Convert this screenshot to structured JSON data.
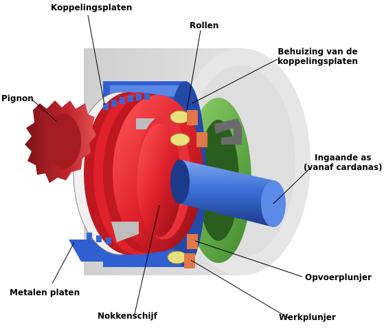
{
  "labels": {
    "koppelingsplaten": "Koppelingsplaten",
    "rollen": "Rollen",
    "behuizing_line1": "Behuizing van de",
    "behuizing_line2": "koppelingsplaten",
    "pignon": "Pignon",
    "ingaande_line1": "Ingaande as",
    "ingaande_line2": "(vanaf cardanas)",
    "opvoerplunjer": "Opvoerplunjer",
    "metalen_platen": "Metalen platen",
    "nokkenschijf": "Nokkenschijf",
    "werkplunjer": "Werkplunjer"
  },
  "colors": {
    "housing_grey": "#d9d9d9",
    "discs_red": "#e0202a",
    "blue_housing": "#2f5fd0",
    "green_ring": "#64b04a",
    "shaft_blue": "#3b6fd6",
    "pinion_red": "#b8242c",
    "roller_yellow": "#e8e07a",
    "plunger_orange": "#e0784a"
  }
}
